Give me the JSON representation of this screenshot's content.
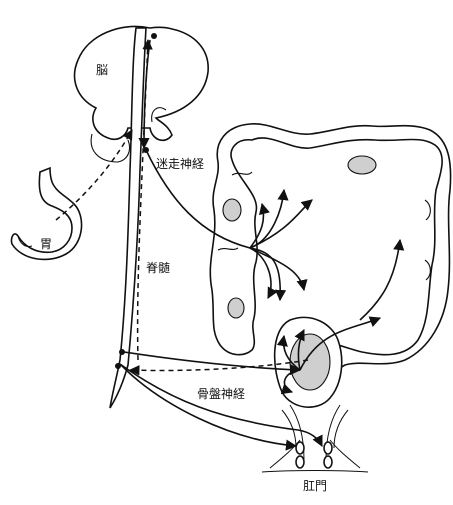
{
  "labels": {
    "brain": "脳",
    "vagus": "迷走神経",
    "stomach": "胃",
    "spinal_cord": "脊髄",
    "pelvic_nerve": "骨盤神経",
    "anus": "肛門"
  },
  "icons": [
    "arrow-head-icon",
    "nerve-node-icon"
  ]
}
